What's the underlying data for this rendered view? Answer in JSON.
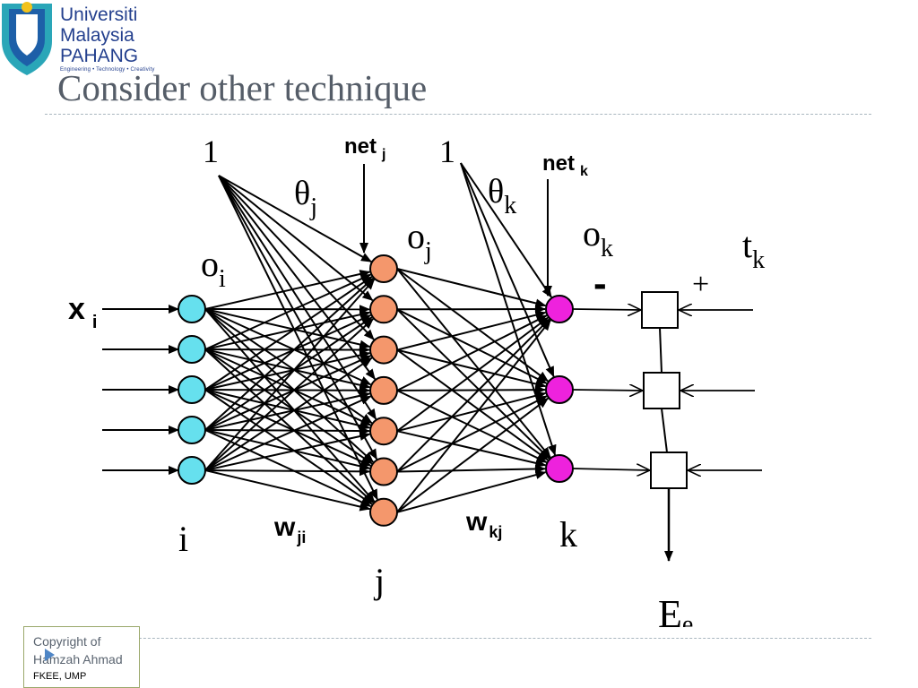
{
  "header": {
    "logo": {
      "name_line1": "Universiti",
      "name_line2": "Malaysia",
      "name_line3": "PAHANG",
      "tagline": "Engineering • Technology • Creativity"
    },
    "title": "Consider other technique"
  },
  "diagram": {
    "input_layer": {
      "node_count": 5,
      "node_color": "#66e0ee",
      "input_label": "x",
      "input_sub": "i",
      "output_label": "o",
      "output_sub": "i",
      "index_label": "i"
    },
    "hidden_layer": {
      "node_count": 7,
      "node_color": "#f4976c",
      "net_label": "net",
      "net_sub": "j",
      "theta_label": "θ",
      "theta_sub": "j",
      "output_label": "o",
      "output_sub": "j",
      "index_label": "j"
    },
    "output_layer": {
      "node_count": 3,
      "node_color": "#ee22dd",
      "net_label": "net",
      "net_sub": "k",
      "theta_label": "θ",
      "theta_sub": "k",
      "output_label": "o",
      "output_sub": "k",
      "index_label": "k"
    },
    "bias_labels": [
      "1",
      "1"
    ],
    "weight_labels": {
      "input_hidden": "w",
      "input_hidden_sub": "ji",
      "hidden_output": "w",
      "hidden_output_sub": "kj"
    },
    "target": {
      "label": "t",
      "sub": "k",
      "plus": "+",
      "minus": "-"
    },
    "error": {
      "label": "E",
      "sub": "e"
    }
  },
  "footer": {
    "line1": "Copyright of",
    "line2": "Hamzah Ahmad",
    "line3": "FKEE, UMP"
  }
}
